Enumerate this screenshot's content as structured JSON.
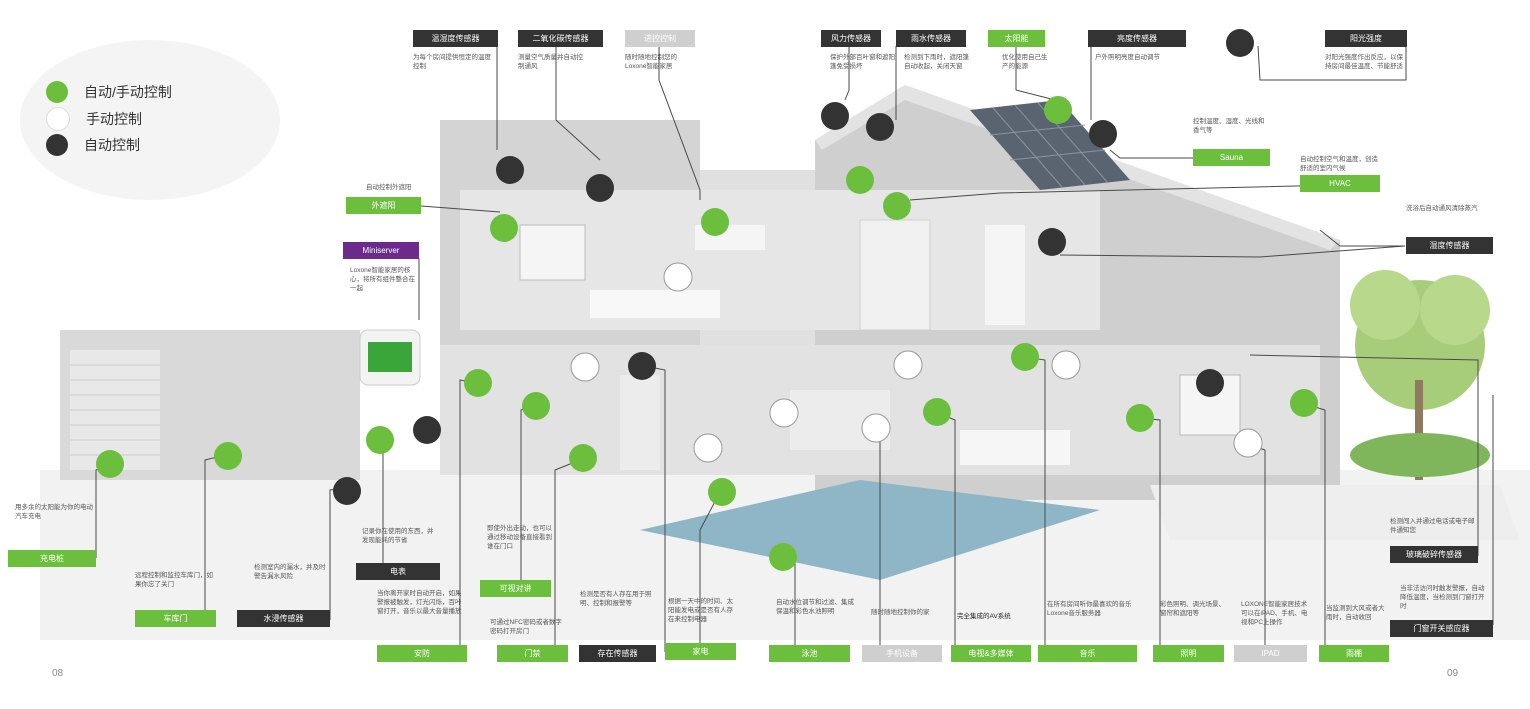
{
  "legend": [
    {
      "text": "自动/手动控制",
      "color": "#6cbf3c"
    },
    {
      "text": "手动控制",
      "color": "#ffffff"
    },
    {
      "text": "自动控制",
      "color": "#333333"
    }
  ],
  "labels": {
    "temp_humidity": "温湿度传感器",
    "co2": "二氧化碳传感器",
    "access": "进控控制",
    "wind": "风力传感器",
    "rain": "雨水传感器",
    "solar": "太阳能",
    "brightness": "亮度传感器",
    "sun_intensity": "阳光强度",
    "sunshade": "外遮阳",
    "miniserver": "Miniserver",
    "sauna": "Sauna",
    "hvac": "HVAC",
    "humidity": "湿度传感器",
    "charging": "充电桩",
    "garage": "车库门",
    "water": "水浸传感器",
    "meter": "电表",
    "security": "安防",
    "intercom": "可视对讲",
    "door": "门禁",
    "presence": "存在传感器",
    "appliance": "家电",
    "pool": "泳池",
    "mobile": "手机设备",
    "tv_media": "电视&多媒体",
    "music": "音乐",
    "lighting": "照明",
    "ipad": "IPAD",
    "canopy": "雨棚",
    "glass_break": "玻璃破碎传感器",
    "window_sensor": "门窗开关感应器"
  },
  "descs": {
    "temp_humidity": "为每个房间提供恒定的温度控制",
    "co2": "测量空气质量并自动控制通风",
    "access": "随时随地控制您的Loxone智能家居",
    "wind": "保护外部百叶窗和遮阳篷免受损坏",
    "rain": "检测到下雨时，遮阳篷自动收起，关闭天窗",
    "solar": "优化使用自己生产的能源",
    "brightness": "户外照明亮度自动调节",
    "sun_intensity": "对阳光强度作出反应，以保持房间最佳温度、节能舒适",
    "sunshade": "自动控制外遮阳",
    "miniserver": "Loxone智能家居的核心，将所有组件整合在一起",
    "sauna": "控制温度、湿度、光线和香气等",
    "hvac": "自动控制空气和温度，创造舒适的室内气候",
    "humidity": "洗浴后自动通风清除蒸汽",
    "charging": "用多余的太阳能为你的电动汽车充电",
    "garage": "远程控制和监控车库门，如果你忘了关门",
    "water": "检测室内的漏水，并及时警告漏水风险",
    "meter": "记录你在使用的东西，并发现能耗的节省",
    "security": "当你离开家时自动开启，如果警报被触发，灯光闪烁，百叶窗打开，音乐以最大音量播放",
    "intercom": "即使外出走动，也可以通过移动设备直接看到谁在门口",
    "door": "可通过NFC密码或者数字密码打开房门",
    "presence": "检测是否有人存在用于照明、控制和报警等",
    "appliance": "根据一天中的时间、太阳能发电或是否有人存在来控制电器",
    "pool": "自动水位调节和过滤、集成保温和彩色水池照明",
    "mobile": "随时随地控制你的家",
    "tv_media": "完全集成的AV系统",
    "music": "在所有房间听你最喜欢的音乐Loxone音乐服务器",
    "lighting": "彩色照明、调光场景、窗帘和遮阳等",
    "ipad": "LOXONE智能家居技术可以在iPAD、手机、电视和PC上操作",
    "canopy": "当监测到大风或者大雨时，自动收回",
    "glass_break": "检测闯入并通过电话或电子邮件通知您",
    "window_sensor": "当非法访问时触发警报，自动降低温度，当检测到门窗打开时"
  },
  "page_left": "08",
  "page_right": "09"
}
